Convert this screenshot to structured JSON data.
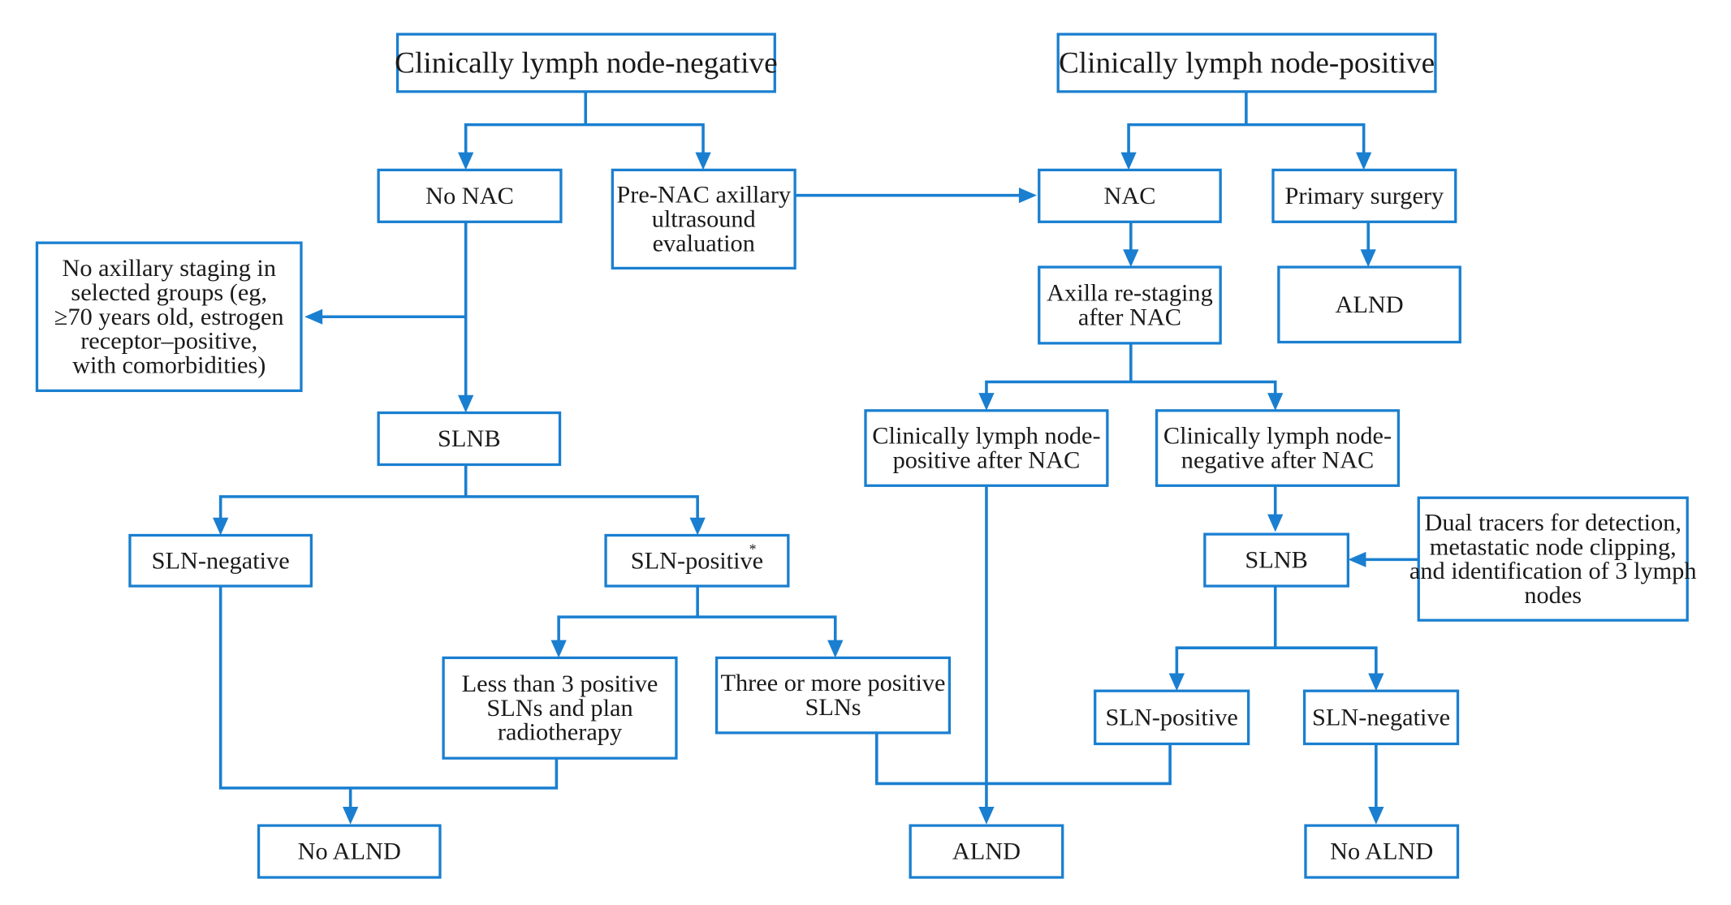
{
  "boxes": {
    "cn_negative": [
      "Clinically lymph node-negative"
    ],
    "cn_positive": [
      "Clinically lymph node-positive"
    ],
    "no_nac": [
      "No NAC"
    ],
    "pre_nac_us": [
      "Pre-NAC axillary",
      "ultrasound",
      "evaluation"
    ],
    "nac": [
      "NAC"
    ],
    "primary_surgery": [
      "Primary surgery"
    ],
    "no_axillary_staging": [
      "No axillary staging in",
      "selected groups (eg,",
      "≥70 years old, estrogen",
      "receptor–positive,",
      "with comorbidities)"
    ],
    "axilla_restaging": [
      "Axilla re-staging",
      "after NAC"
    ],
    "alnd_top_right": [
      "ALND"
    ],
    "slnb_left": [
      "SLNB"
    ],
    "cn_pos_after_nac": [
      "Clinically  lymph node-",
      "positive after NAC"
    ],
    "cn_neg_after_nac": [
      "Clinically lymph node-",
      "negative after NAC"
    ],
    "dual_tracers": [
      "Dual tracers for detection,",
      "metastatic node clipping,",
      "and identification of 3 lymph",
      "nodes"
    ],
    "sln_negative_left": [
      "SLN-negative"
    ],
    "sln_positive_left": [
      "SLN-positive"
    ],
    "slnb_right": [
      "SLNB"
    ],
    "less_than_3": [
      "Less than 3 positive",
      "SLNs and plan",
      "radiotherapy"
    ],
    "three_or_more": [
      "Three or more positive",
      "SLNs"
    ],
    "sln_positive_right": [
      "SLN-positive"
    ],
    "sln_negative_right": [
      "SLN-negative"
    ],
    "no_alnd_left": [
      "No ALND"
    ],
    "alnd_center": [
      "ALND"
    ],
    "no_alnd_right": [
      "No ALND"
    ]
  },
  "footnote_marker": "*"
}
